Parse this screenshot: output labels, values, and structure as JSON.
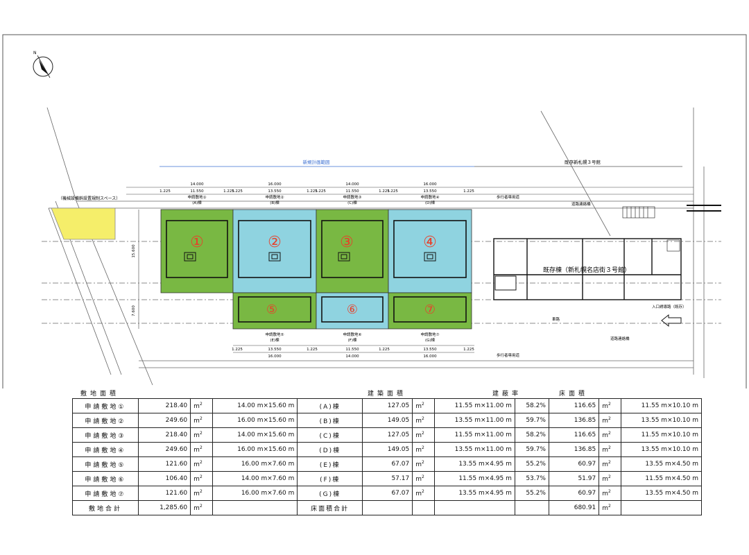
{
  "plan": {
    "range_label": "新規計画範囲",
    "existing_label": "既存新札幌３号館",
    "existing_building_label": "既存棟（新札幌名店街３号館）",
    "left_space_label": "（機械設備幹設置規制スペース）",
    "walkway_label": "歩行者専用道",
    "bridge_label": "道路連絡橋",
    "road_bridge_label": "道路連絡橋",
    "entrance_label": "入口誘導路（既存）",
    "other_label": "車路",
    "plot_numbers": [
      "①",
      "②",
      "③",
      "④",
      "⑤",
      "⑥",
      "⑦"
    ],
    "plot_captions_top": [
      "申請敷地①",
      "申請敷地②",
      "申請敷地③",
      "申請敷地④"
    ],
    "bld_captions_top": [
      "(A)棟",
      "(B)棟",
      "(C)棟",
      "(D)棟"
    ],
    "plot_captions_bottom": [
      "申請敷地⑤",
      "申請敷地⑥",
      "申請敷地⑦"
    ],
    "bld_captions_bottom": [
      "(E)棟",
      "(F)棟",
      "(G)棟"
    ],
    "top_dims": [
      "14.000",
      "16.000",
      "14.000",
      "16.000"
    ],
    "top_sub_dims": [
      "1.225",
      "11.550",
      "1.225",
      "1.225",
      "13.550",
      "1.225",
      "1.225",
      "11.550",
      "1.225",
      "1.225",
      "13.550",
      "1.225"
    ],
    "bottom_dims": [
      "16.000",
      "14.000",
      "16.000"
    ],
    "bottom_sub_dims": [
      "1.225",
      "13.550",
      "1.225",
      "11.550",
      "1.225",
      "13.550",
      "1.225"
    ],
    "left_dims": [
      "15.600",
      "7.600"
    ],
    "colors": {
      "green": "#79b843",
      "blue": "#8fd3e0",
      "yellow": "#f5ee6a",
      "red": "#e8402a",
      "dim_blue": "#3b6fd1"
    }
  },
  "table": {
    "headers": {
      "site_area": "敷地面積",
      "building_area": "建築面積",
      "coverage": "建蔽率",
      "floor_area": "床面積"
    },
    "unit": "m",
    "unit_sup": "2",
    "rows": [
      {
        "label": "申請敷地①",
        "area": "218.40",
        "dim": "14.00 m×15.60 m",
        "bld": "(A)棟",
        "barea": "127.05",
        "bdim": "11.55 m×11.00 m",
        "ratio": "58.2%",
        "farea": "116.65",
        "fdim": "11.55 m×10.10 m"
      },
      {
        "label": "申請敷地②",
        "area": "249.60",
        "dim": "16.00 m×15.60 m",
        "bld": "(B)棟",
        "barea": "149.05",
        "bdim": "13.55 m×11.00 m",
        "ratio": "59.7%",
        "farea": "136.85",
        "fdim": "13.55 m×10.10 m"
      },
      {
        "label": "申請敷地③",
        "area": "218.40",
        "dim": "14.00 m×15.60 m",
        "bld": "(C)棟",
        "barea": "127.05",
        "bdim": "11.55 m×11.00 m",
        "ratio": "58.2%",
        "farea": "116.65",
        "fdim": "11.55 m×10.10 m"
      },
      {
        "label": "申請敷地④",
        "area": "249.60",
        "dim": "16.00 m×15.60 m",
        "bld": "(D)棟",
        "barea": "149.05",
        "bdim": "13.55 m×11.00 m",
        "ratio": "59.7%",
        "farea": "136.85",
        "fdim": "13.55 m×10.10 m"
      },
      {
        "label": "申請敷地⑤",
        "area": "121.60",
        "dim": "16.00 m×7.60 m",
        "bld": "(E)棟",
        "barea": "67.07",
        "bdim": "13.55 m×4.95 m",
        "ratio": "55.2%",
        "farea": "60.97",
        "fdim": "13.55 m×4.50 m"
      },
      {
        "label": "申請敷地⑥",
        "area": "106.40",
        "dim": "14.00 m×7.60 m",
        "bld": "(F)棟",
        "barea": "57.17",
        "bdim": "11.55 m×4.95 m",
        "ratio": "53.7%",
        "farea": "51.97",
        "fdim": "11.55 m×4.50 m"
      },
      {
        "label": "申請敷地⑦",
        "area": "121.60",
        "dim": "16.00 m×7.60 m",
        "bld": "(G)棟",
        "barea": "67.07",
        "bdim": "13.55 m×4.95 m",
        "ratio": "55.2%",
        "farea": "60.97",
        "fdim": "13.55 m×4.50 m"
      }
    ],
    "total": {
      "site_label": "敷地合計",
      "site_total": "1,285.60",
      "floor_label": "床面積合計",
      "floor_total": "680.91"
    }
  }
}
